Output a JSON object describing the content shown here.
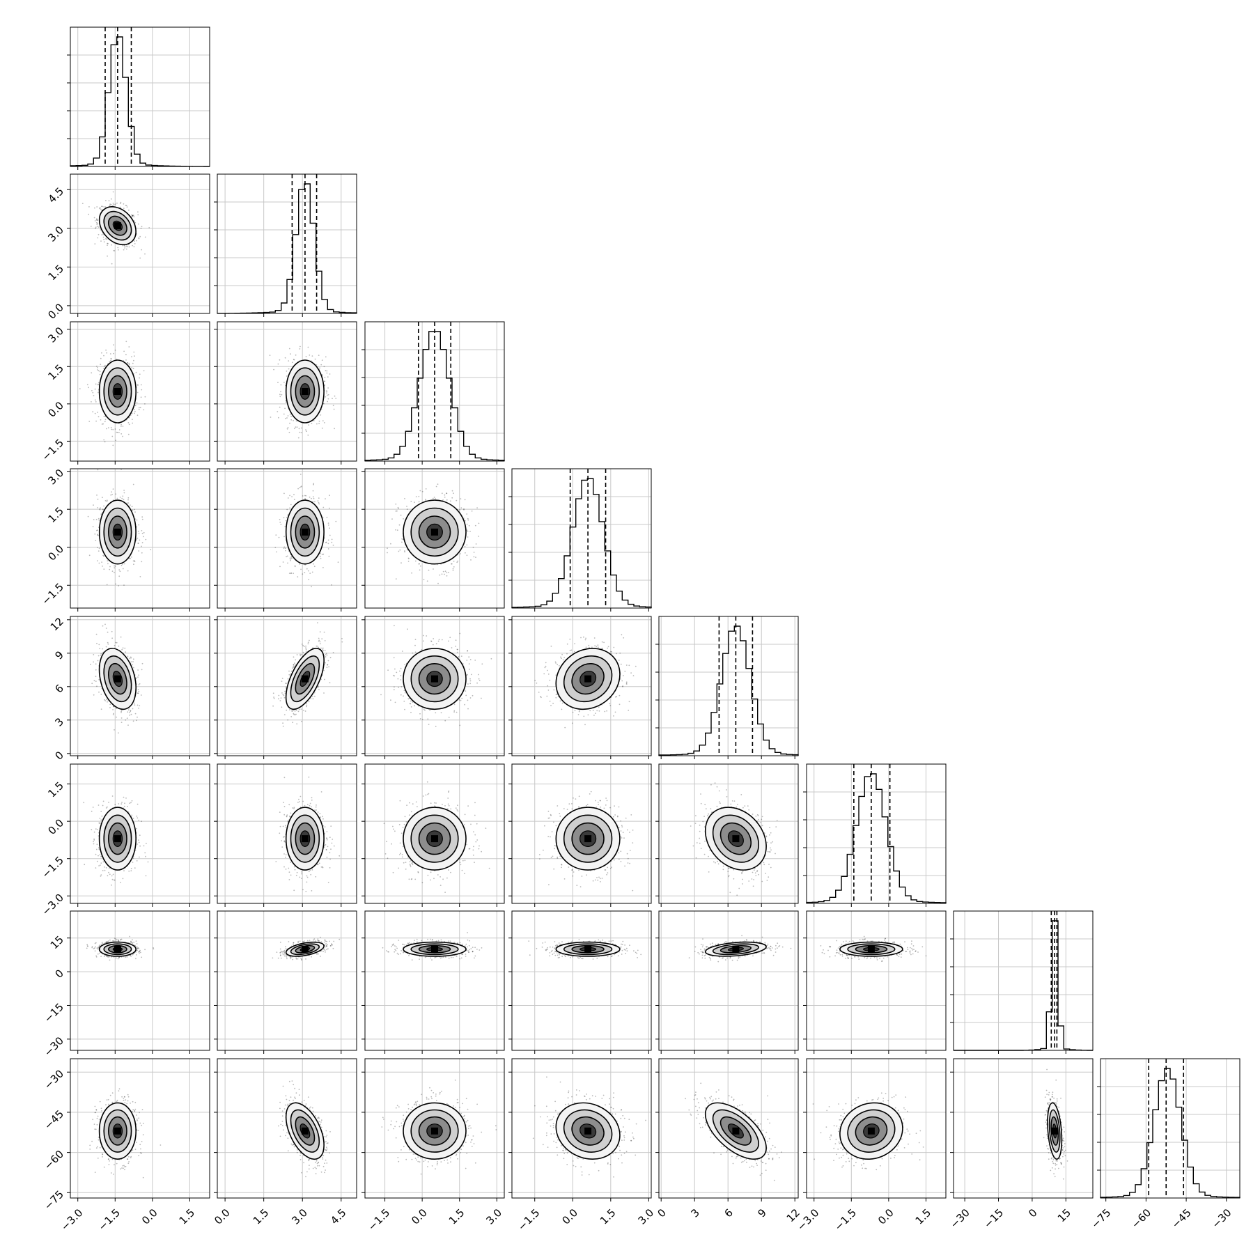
{
  "chart_data": {
    "type": "corner",
    "title": "",
    "parameters": [
      {
        "range": [
          -3.3,
          2.3
        ],
        "ticks": [
          -3.0,
          -1.5,
          0.0,
          1.5
        ],
        "tick_labels": [
          "−3.0",
          "−1.5",
          "0.0",
          "1.5"
        ],
        "mean": -1.4,
        "sd": 0.35,
        "quantiles": [
          -1.9,
          -1.4,
          -0.85
        ]
      },
      {
        "range": [
          -0.3,
          5.1
        ],
        "ticks": [
          0.0,
          1.5,
          3.0,
          4.5
        ],
        "tick_labels": [
          "0.0",
          "1.5",
          "3.0",
          "4.5"
        ],
        "mean": 3.1,
        "sd": 0.35,
        "quantiles": [
          2.6,
          3.1,
          3.55
        ]
      },
      {
        "range": [
          -2.3,
          3.3
        ],
        "ticks": [
          -1.5,
          0.0,
          1.5,
          3.0
        ],
        "tick_labels": [
          "−1.5",
          "0.0",
          "1.5",
          "3.0"
        ],
        "mean": 0.5,
        "sd": 0.6,
        "quantiles": [
          -0.15,
          0.5,
          1.15
        ]
      },
      {
        "range": [
          -2.4,
          3.1
        ],
        "ticks": [
          -1.5,
          0.0,
          1.5,
          3.0
        ],
        "tick_labels": [
          "−1.5",
          "0.0",
          "1.5",
          "3.0"
        ],
        "mean": 0.6,
        "sd": 0.6,
        "quantiles": [
          -0.1,
          0.6,
          1.3
        ]
      },
      {
        "range": [
          -0.2,
          12.3
        ],
        "ticks": [
          0,
          3,
          6,
          9,
          12
        ],
        "tick_labels": [
          "0",
          "3",
          "6",
          "9",
          "12"
        ],
        "mean": 6.7,
        "sd": 1.3,
        "quantiles": [
          5.2,
          6.7,
          8.2
        ]
      },
      {
        "range": [
          -3.3,
          2.3
        ],
        "ticks": [
          -3.0,
          -1.5,
          0.0,
          1.5
        ],
        "tick_labels": [
          "−3.0",
          "−1.5",
          "0.0",
          "1.5"
        ],
        "mean": -0.7,
        "sd": 0.6,
        "quantiles": [
          -1.4,
          -0.7,
          0.05
        ]
      },
      {
        "range": [
          -35,
          27
        ],
        "ticks": [
          -30,
          -15,
          0,
          15
        ],
        "tick_labels": [
          "−30",
          "−15",
          "0",
          "15"
        ],
        "mean": 10,
        "sd": 1.5,
        "quantiles": [
          8.5,
          10,
          11
        ]
      },
      {
        "range": [
          -77,
          -25
        ],
        "ticks": [
          -75,
          -60,
          -45,
          -30
        ],
        "tick_labels": [
          "−75",
          "−60",
          "−45",
          "−30"
        ],
        "mean": -52,
        "sd": 5,
        "quantiles": [
          -59,
          -52.5,
          -46
        ]
      }
    ],
    "correlations": [
      [
        1.0,
        -0.3,
        0.0,
        0.0,
        -0.3,
        0.0,
        0.0,
        0.0
      ],
      [
        -0.3,
        1.0,
        0.0,
        0.0,
        0.6,
        0.0,
        0.45,
        -0.5
      ],
      [
        0.0,
        0.0,
        1.0,
        0.0,
        0.0,
        0.0,
        0.0,
        0.0
      ],
      [
        0.0,
        0.0,
        0.0,
        1.0,
        0.15,
        0.0,
        0.0,
        -0.15
      ],
      [
        -0.3,
        0.6,
        0.0,
        0.15,
        1.0,
        -0.25,
        0.35,
        -0.6
      ],
      [
        0.0,
        0.0,
        0.0,
        0.0,
        -0.25,
        1.0,
        0.0,
        0.1
      ],
      [
        0.0,
        0.45,
        0.0,
        0.0,
        0.35,
        0.0,
        1.0,
        -0.3
      ],
      [
        0.0,
        -0.5,
        0.0,
        -0.15,
        -0.6,
        0.1,
        -0.3,
        1.0
      ]
    ],
    "quantile_levels": [
      0.16,
      0.5,
      0.84
    ],
    "contour_levels_sigma": [
      0.5,
      1.0,
      1.5,
      2.0
    ],
    "grid": true,
    "diagonal_yticklabels": false,
    "diagonal_plot": "histogram",
    "off_diagonal_plot": "scatter with density contours"
  }
}
